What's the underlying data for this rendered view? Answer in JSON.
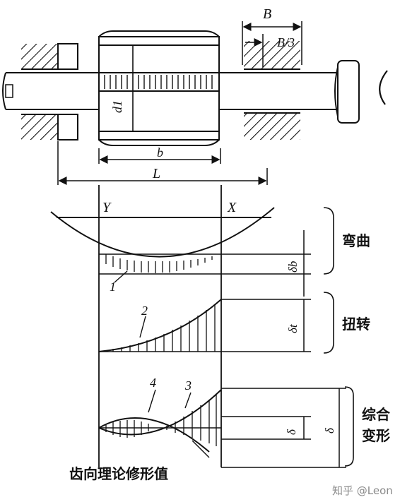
{
  "labels": {
    "B": "B",
    "B3": "B/3",
    "d1": "d1",
    "b": "b",
    "L": "L",
    "Y": "Y",
    "X": "X",
    "n1": "1",
    "n2": "2",
    "n3": "3",
    "n4": "4",
    "delta_b": "δb",
    "delta_t": "δt",
    "delta": "δ",
    "delta2": "δ"
  },
  "groups": {
    "bending": "弯曲",
    "torsion": "扭转",
    "combined_line1": "综合",
    "combined_line2": "变形"
  },
  "caption": "齿向理论修形值",
  "watermark": "知乎 @Leon"
}
